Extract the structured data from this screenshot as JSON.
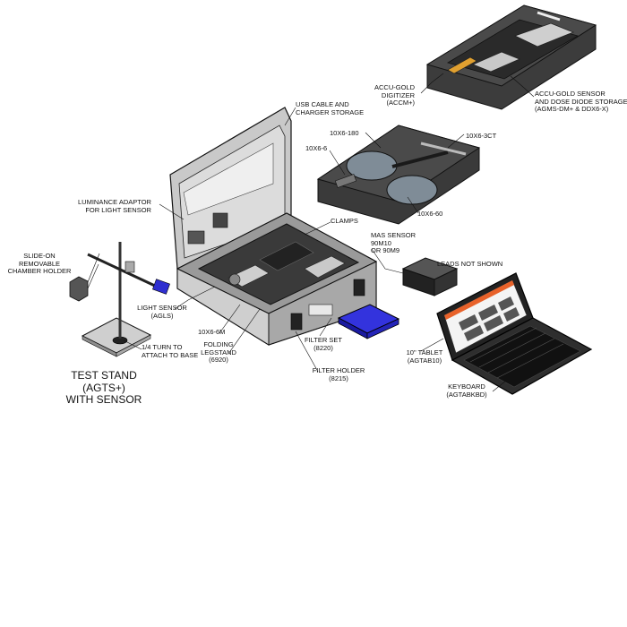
{
  "labels": {
    "accu_gold_digitizer": [
      "ACCU-GOLD",
      "DIGITIZER",
      "(ACCM+)"
    ],
    "sensor_storage": [
      "ACCU-GOLD SENSOR",
      "AND DOSE DIODE STORAGE",
      "(AGMS-DM+ & DDX6-X)"
    ],
    "usb_storage": [
      "USB CABLE AND",
      "CHARGER STORAGE"
    ],
    "x6_180": [
      "10X6-180"
    ],
    "x6_3ct": [
      "10X6-3CT"
    ],
    "x6_6": [
      "10X6-6"
    ],
    "x6_60": [
      "10X6-60"
    ],
    "luminance": [
      "LUMINANCE ADAPTOR",
      "FOR LIGHT SENSOR"
    ],
    "clamps": [
      "CLAMPS"
    ],
    "mas_sensor": [
      "MAS SENSOR",
      "90M10",
      "OR 90M9"
    ],
    "slide_on": [
      "SLIDE-ON",
      "REMOVABLE",
      "CHAMBER HOLDER"
    ],
    "leads": [
      "LEADS NOT SHOWN"
    ],
    "light_sensor": [
      "LIGHT SENSOR",
      "(AGLS)"
    ],
    "x6_6m": [
      "10X6-6M"
    ],
    "folding": [
      "FOLDING",
      "LEGSTAND",
      "(6920)"
    ],
    "filter_set": [
      "FILTER SET",
      "(8220)"
    ],
    "tablet": [
      "10\" TABLET",
      "(AGTAB10)"
    ],
    "quarter_turn": [
      "1/4 TURN TO",
      "ATTACH TO BASE"
    ],
    "test_stand": [
      "TEST STAND",
      "(AGTS+)",
      "WITH SENSOR"
    ],
    "filter_holder": [
      "FILTER HOLDER",
      "(8215)"
    ],
    "keyboard": [
      "KEYBOARD",
      "(AGTABKBD)"
    ]
  },
  "colors": {
    "case_light": "#c9c9c9",
    "case_mid": "#9a9a9a",
    "case_dark": "#3a3a3a",
    "filter_blue": "#2f2fd0",
    "screen_orange": "#e8622a",
    "accent_orange": "#e0a030"
  }
}
